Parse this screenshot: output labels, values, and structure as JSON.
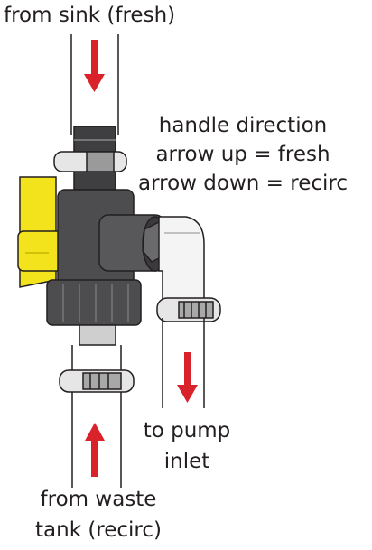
{
  "labels": {
    "top": "from sink (fresh)",
    "handle_line1": "handle direction",
    "handle_line2": "arrow up = fresh",
    "handle_line3": "arrow down = recirc",
    "pump_line1": "to pump",
    "pump_line2": "inlet",
    "waste_line1": "from waste",
    "waste_line2": "tank (recirc)"
  },
  "colors": {
    "arrow": "#d9222a",
    "valve_body": "#4d4d4f",
    "handle": "#f2e31c",
    "tube_outline": "#231f20",
    "clamp": "#d0d0d0"
  },
  "icons": [
    "down-arrow-icon",
    "up-arrow-icon",
    "valve-handle-icon"
  ]
}
